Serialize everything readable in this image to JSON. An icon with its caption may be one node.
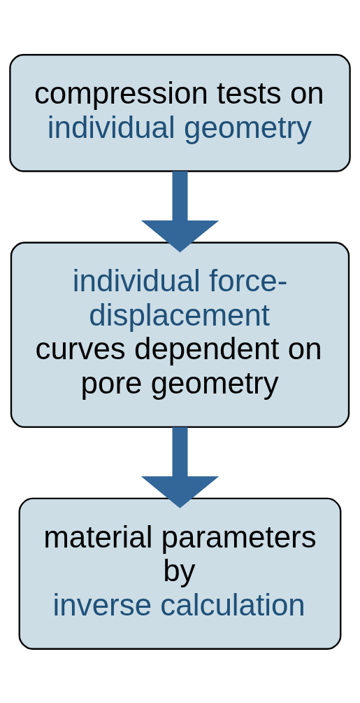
{
  "diagram": {
    "nodes": [
      {
        "text": [
          "compression tests on",
          "individual geometry"
        ]
      },
      {
        "text": [
          "individual force-displacement",
          "curves dependent on pore geometry"
        ]
      },
      {
        "text": [
          "material parameters by",
          "inverse calculation"
        ]
      }
    ],
    "edges": [
      {
        "from": 0,
        "to": 1,
        "arrow": "to"
      },
      {
        "from": 1,
        "to": 2,
        "arrow": "to"
      }
    ]
  }
}
